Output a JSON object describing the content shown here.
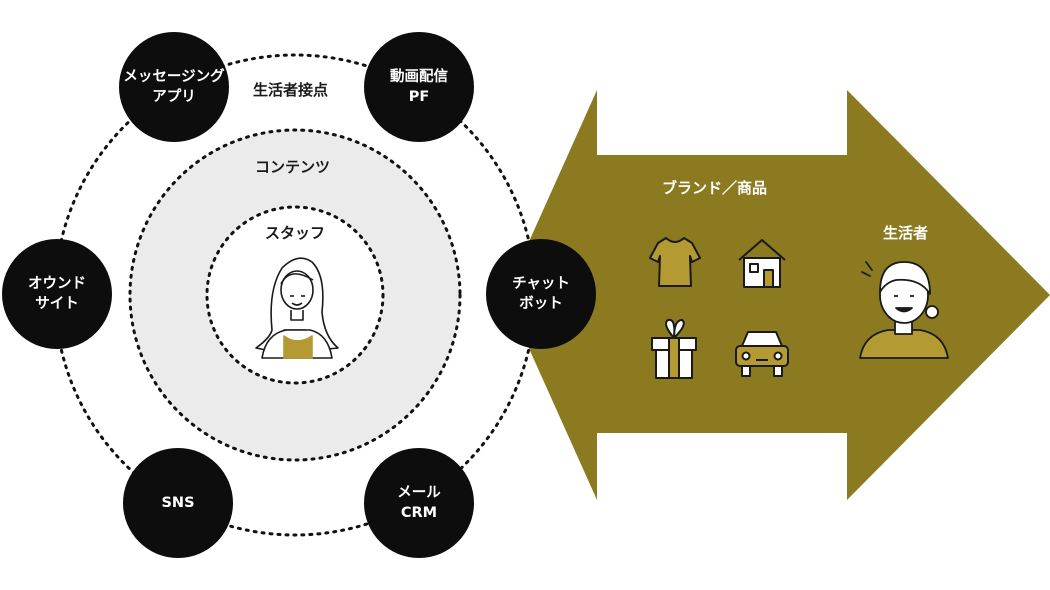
{
  "labels": {
    "touchpoints": "生活者接点",
    "contents": "コンテンツ",
    "staff": "スタッフ",
    "brand": "ブランド／商品",
    "consumer": "生活者"
  },
  "nodes": {
    "messaging": [
      "メッセージング",
      "アプリ"
    ],
    "video": [
      "動画配信",
      "PF"
    ],
    "owned": [
      "オウンド",
      "サイト"
    ],
    "chatbot": [
      "チャット",
      "ボット"
    ],
    "sns": [
      "SNS"
    ],
    "mail": [
      "メール",
      "CRM"
    ]
  },
  "colors": {
    "arrow": "#8c7a21",
    "accent": "#b49a33",
    "content_fill": "#ebebeb",
    "node": "#0d0d0d"
  },
  "icons": [
    "tshirt-icon",
    "house-icon",
    "gift-icon",
    "car-icon",
    "staff-woman-icon",
    "consumer-woman-icon"
  ]
}
